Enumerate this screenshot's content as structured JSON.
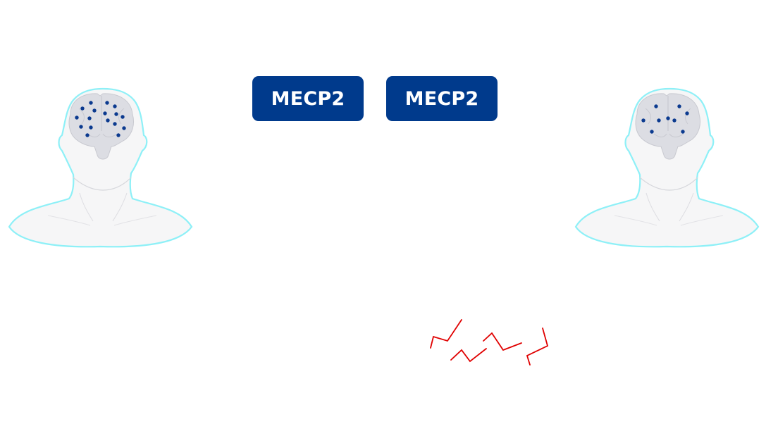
{
  "gene_labels": [
    "MECP2",
    "MECP2"
  ],
  "colors": {
    "badge_fill": "#003a8c",
    "badge_text": "#ffffff",
    "head_outline": "#8ef0f7",
    "head_fill": "#f6f6f7",
    "brain_fill": "#dcdde3",
    "dot_fill": "#0b3a8f",
    "fragment_stroke": "#e00000"
  },
  "figures": [
    {
      "side": "left",
      "protein_dot_count": 17
    },
    {
      "side": "right",
      "protein_dot_count": 9
    }
  ],
  "fragment_count": 4
}
